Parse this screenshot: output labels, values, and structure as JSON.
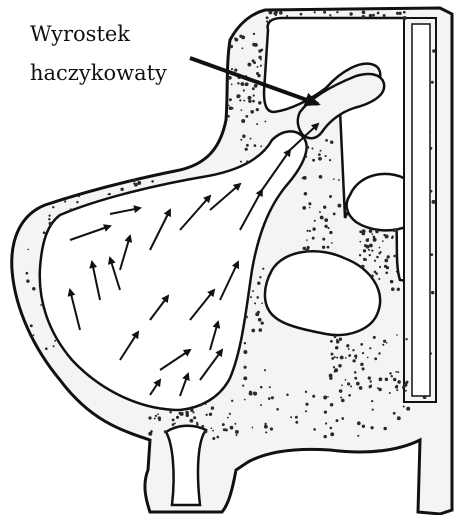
{
  "annotation": {
    "line1": "Wyrostek",
    "line2": "haczykowaty"
  },
  "colors": {
    "ink": "#111111",
    "bone_fill": "#f4f4f4",
    "cavity_fill": "#ffffff",
    "stipple": "#2a2a2a"
  },
  "icons": [
    "pointer-arrow",
    "airflow-arrow"
  ]
}
